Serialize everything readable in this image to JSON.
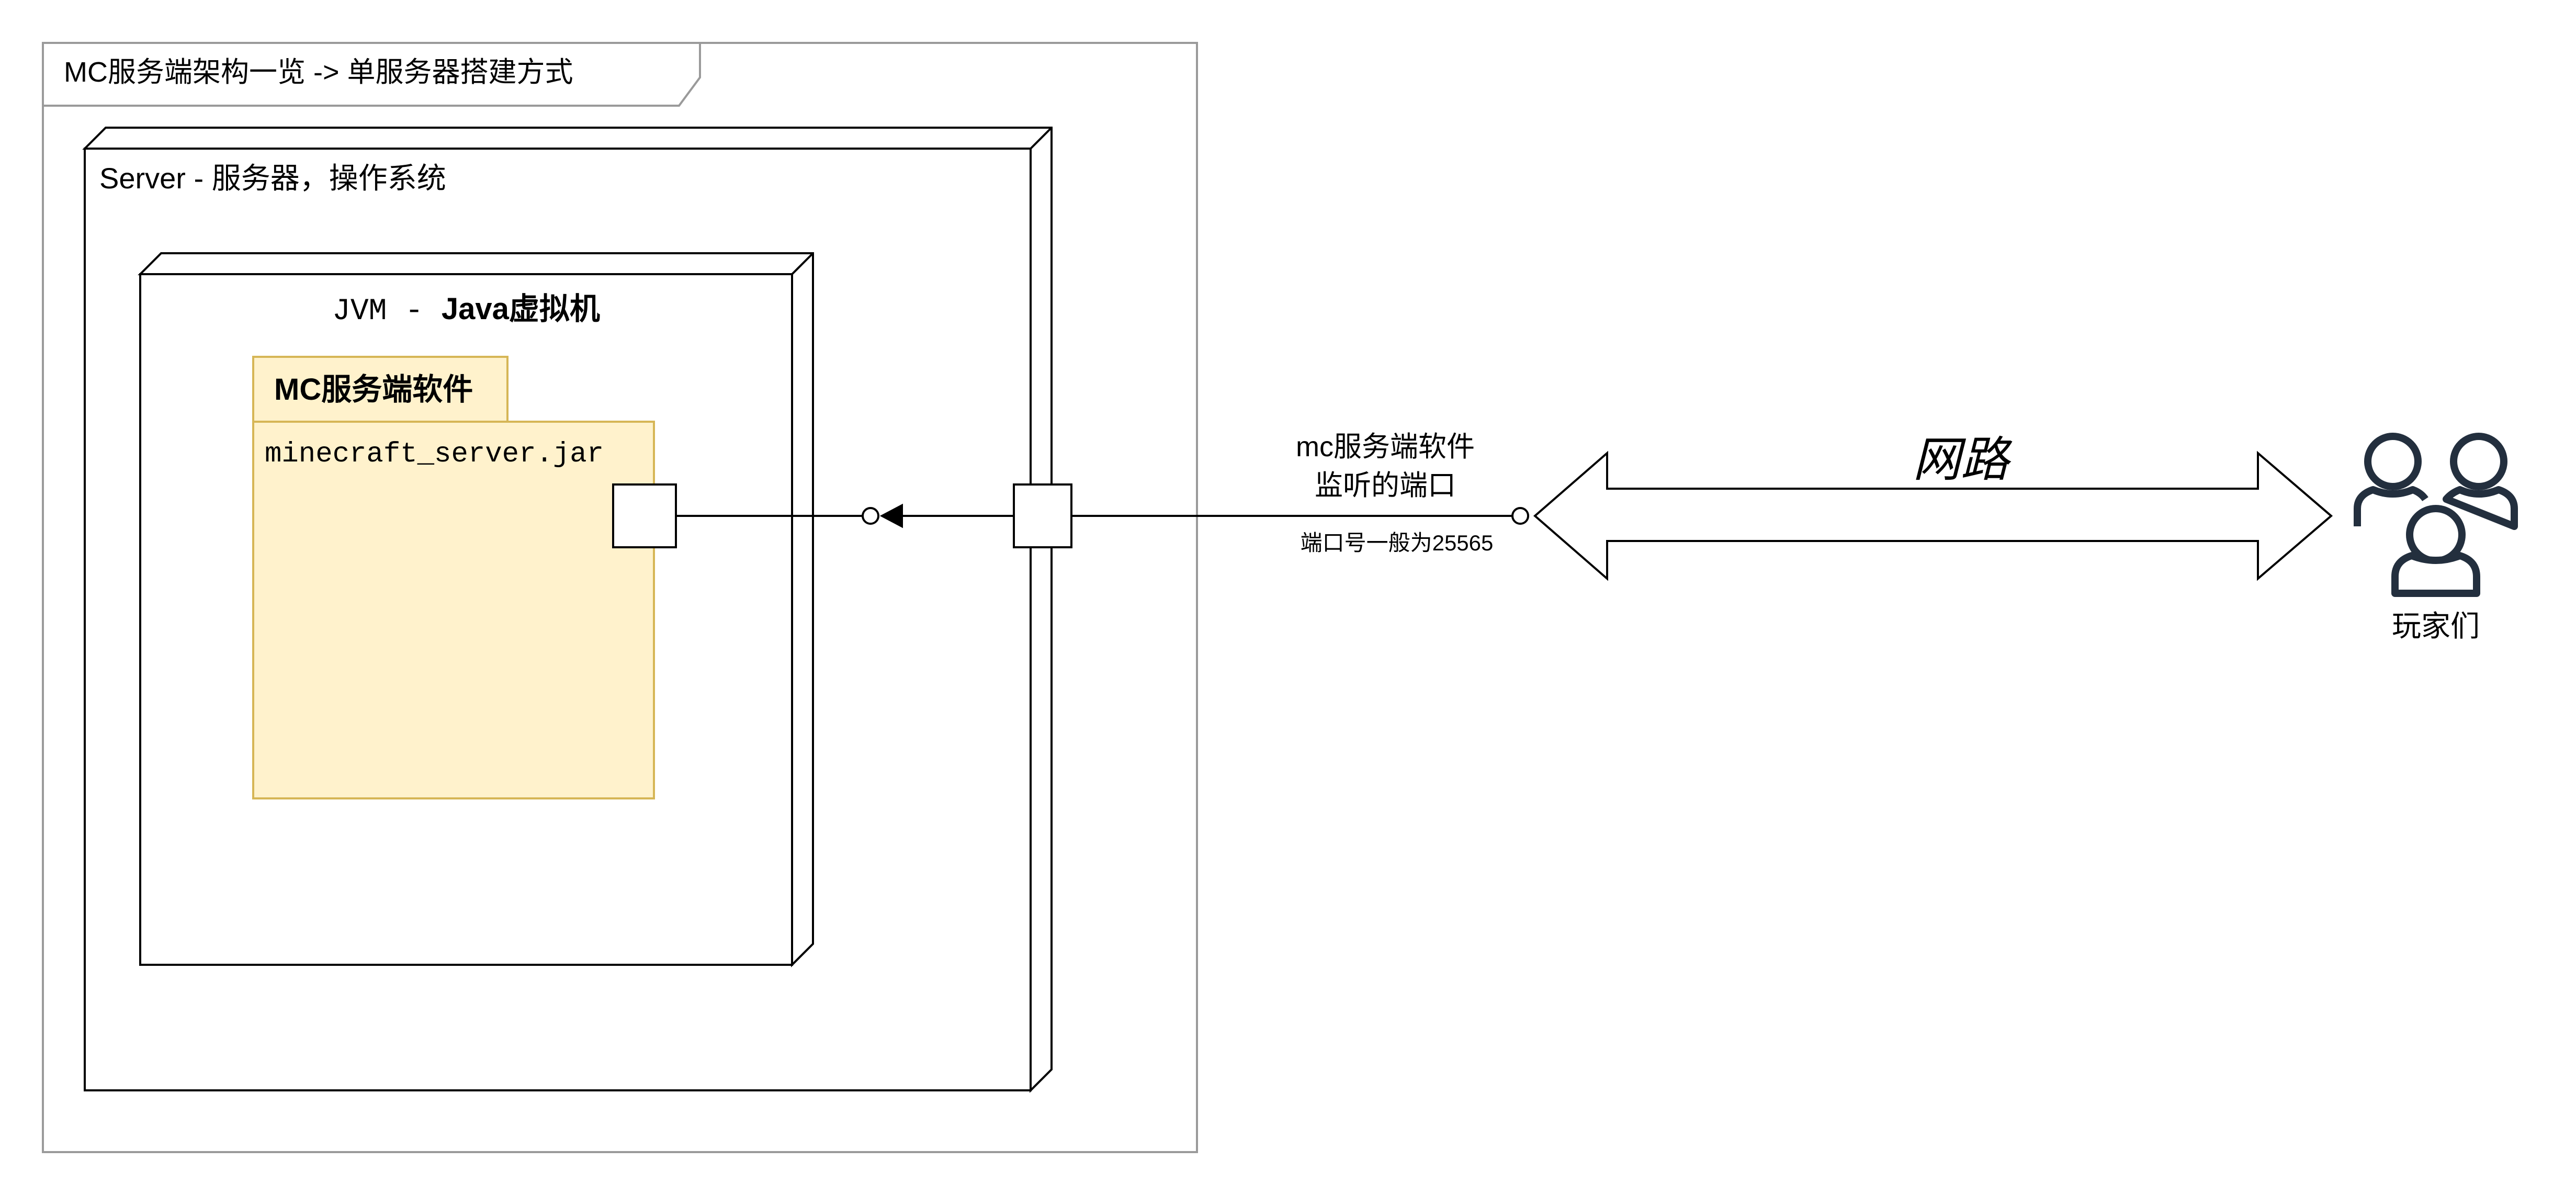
{
  "frame": {
    "title": "MC服务端架构一览 -> 单服务器搭建方式"
  },
  "server_node": {
    "label": "Server - 服务器，操作系统"
  },
  "jvm_node": {
    "label_mono": "JVM - ",
    "label_bold": "Java虚拟机"
  },
  "mc_package": {
    "tab_label": "MC服务端软件",
    "body_label": "minecraft_server.jar"
  },
  "port_label": {
    "line1": "mc服务端软件",
    "line2": "监听的端口",
    "note": "端口号一般为25565"
  },
  "network": {
    "label": "网路"
  },
  "players": {
    "label": "玩家们",
    "icon": "users-icon"
  },
  "colors": {
    "stroke": "#000000",
    "frame_stroke": "#9a9a9a",
    "package_fill": "#fff2cc",
    "package_stroke": "#d6b656",
    "players_icon": "#232f3e"
  }
}
